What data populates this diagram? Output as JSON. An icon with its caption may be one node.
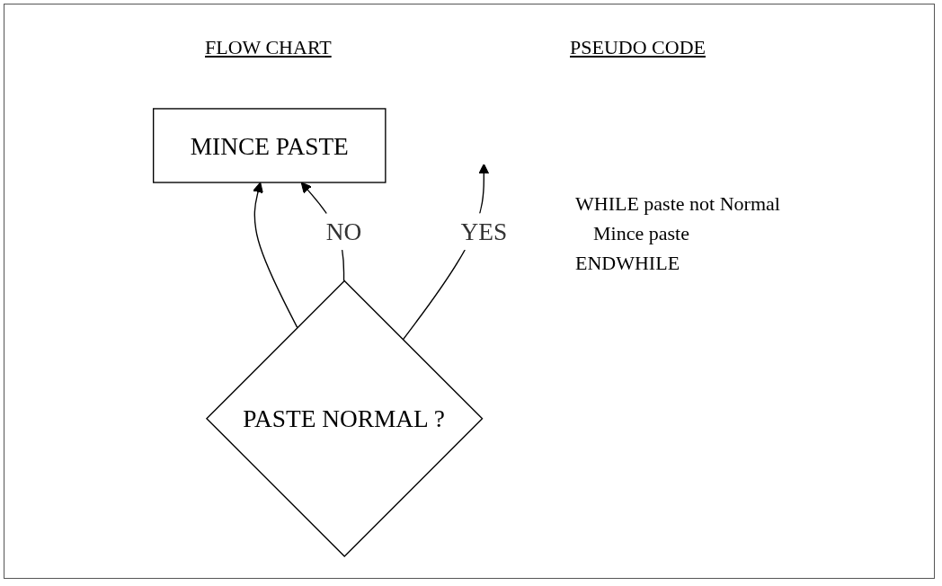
{
  "diagram": {
    "nodes": [
      {
        "text": [
          "MINCE PASTE"
        ]
      },
      {
        "text": [
          "PASTE NORMAL ?"
        ]
      }
    ],
    "edges": [
      {
        "from": 1,
        "to": 0,
        "arrow": "to"
      },
      {
        "from": 1,
        "to": 0,
        "arrow": "to",
        "label": "NO"
      },
      {
        "from": 1,
        "to": null,
        "arrow": "to",
        "label": "YES"
      }
    ],
    "labels": [
      "FLOW CHART",
      "PSEUDO CODE",
      "WHILE paste not Normal",
      "Mince paste",
      "ENDWHILE"
    ]
  }
}
